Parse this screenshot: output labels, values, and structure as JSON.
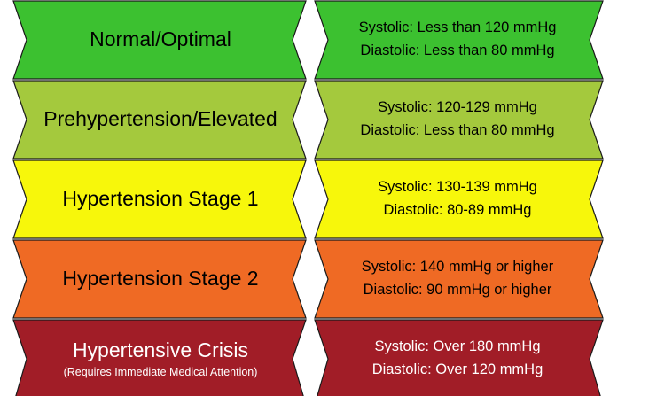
{
  "colors": {
    "outline": "#1a1a1a"
  },
  "rows": [
    {
      "category": "Normal/Optimal",
      "note": "",
      "systolic": "Systolic: Less than 120 mmHg",
      "diastolic": "Diastolic: Less than 80 mmHg",
      "color": "#3cc130",
      "text_color": "#000000"
    },
    {
      "category": "Prehypertension/Elevated",
      "note": "",
      "systolic": "Systolic: 120-129 mmHg",
      "diastolic": "Diastolic: Less than 80 mmHg",
      "color": "#a4c93d",
      "text_color": "#000000"
    },
    {
      "category": "Hypertension Stage 1",
      "note": "",
      "systolic": "Systolic: 130-139 mmHg",
      "diastolic": "Diastolic: 80-89 mmHg",
      "color": "#f7f70b",
      "text_color": "#000000"
    },
    {
      "category": "Hypertension Stage 2",
      "note": "",
      "systolic": "Systolic: 140 mmHg or higher",
      "diastolic": "Diastolic: 90 mmHg or higher",
      "color": "#ef6a24",
      "text_color": "#000000"
    },
    {
      "category": "Hypertensive Crisis",
      "note": "(Requires Immediate Medical Attention)",
      "systolic": "Systolic: Over 180 mmHg",
      "diastolic": "Diastolic: Over 120 mmHg",
      "color": "#a11d27",
      "text_color": "#ffffff"
    }
  ]
}
